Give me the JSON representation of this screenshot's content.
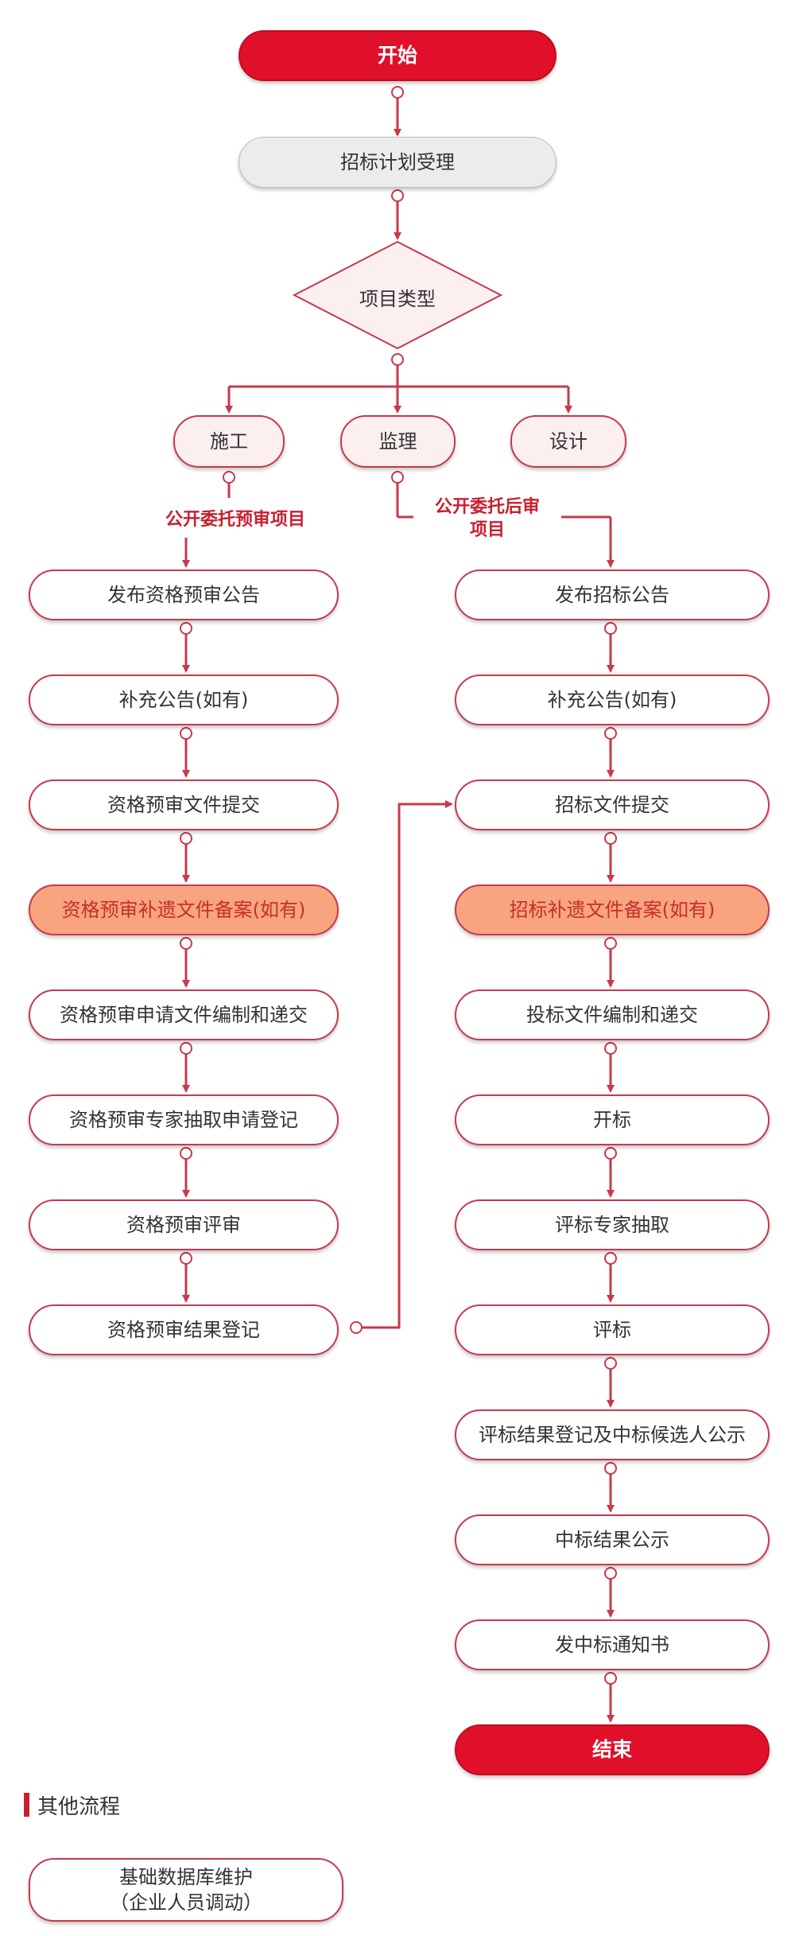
{
  "start_label": "开始",
  "accept_label": "招标计划受理",
  "decision_label": "项目类型",
  "branches": {
    "construction": "施工",
    "supervision": "监理",
    "design": "设计"
  },
  "notes": {
    "left": "公开委托预审项目",
    "right_line1": "公开委托后审",
    "right_line2": "项目"
  },
  "left_steps": [
    "发布资格预审公告",
    "补充公告(如有)",
    "资格预审文件提交",
    "资格预审补遗文件备案(如有)",
    "资格预审申请文件编制和递交",
    "资格预审专家抽取申请登记",
    "资格预审评审",
    "资格预审结果登记"
  ],
  "right_steps": [
    "发布招标公告",
    "补充公告(如有)",
    "招标文件提交",
    "招标补遗文件备案(如有)",
    "投标文件编制和递交",
    "开标",
    "评标专家抽取",
    "评标",
    "评标结果登记及中标候选人公示",
    "中标结果公示",
    "发中标通知书"
  ],
  "end_label": "结束",
  "other": {
    "title": "其他流程",
    "item_line1": "基础数据库维护",
    "item_line2": "（企业人员调动）"
  },
  "colors": {
    "accent": "#e0102a",
    "line": "#c63a4c",
    "highlight_fill": "#f7a47f",
    "highlight_text": "#c4302b",
    "gray_fill": "#ececec"
  }
}
